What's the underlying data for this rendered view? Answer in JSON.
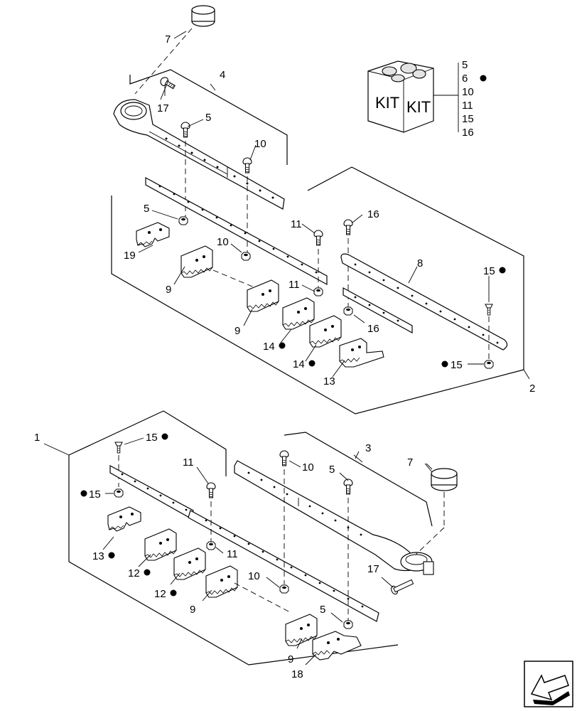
{
  "kit_box": {
    "labels": [
      "KIT",
      "KIT"
    ],
    "parts": [
      {
        "num": "5",
        "dot": false
      },
      {
        "num": "6",
        "dot": true
      },
      {
        "num": "10",
        "dot": false
      },
      {
        "num": "11",
        "dot": false
      },
      {
        "num": "15",
        "dot": false
      },
      {
        "num": "16",
        "dot": false
      }
    ]
  },
  "callouts": {
    "c7_top": "7",
    "c17_top": "17",
    "c4": "4",
    "c5_a": "5",
    "c10_a": "10",
    "c5_b": "5",
    "c19": "19",
    "c9_a": "9",
    "c10_b": "10",
    "c11_a": "11",
    "c11_b": "11",
    "c16_a": "16",
    "c8": "8",
    "c15_a": "15",
    "c9_b": "9",
    "c16_b": "16",
    "c14_a": "14",
    "c14_b": "14",
    "c13_a": "13",
    "c15_b": "15",
    "c2": "2",
    "c1": "1",
    "c15_c": "15",
    "c11_c": "11",
    "c10_c": "10",
    "c3": "3",
    "c5_c": "5",
    "c7_bot": "7",
    "c15_d": "15",
    "c13_b": "13",
    "c11_d": "11",
    "c12_a": "12",
    "c12_b": "12",
    "c10_d": "10",
    "c9_c": "9",
    "c17_bot": "17",
    "c5_d": "5",
    "c9_d": "9",
    "c18": "18"
  }
}
